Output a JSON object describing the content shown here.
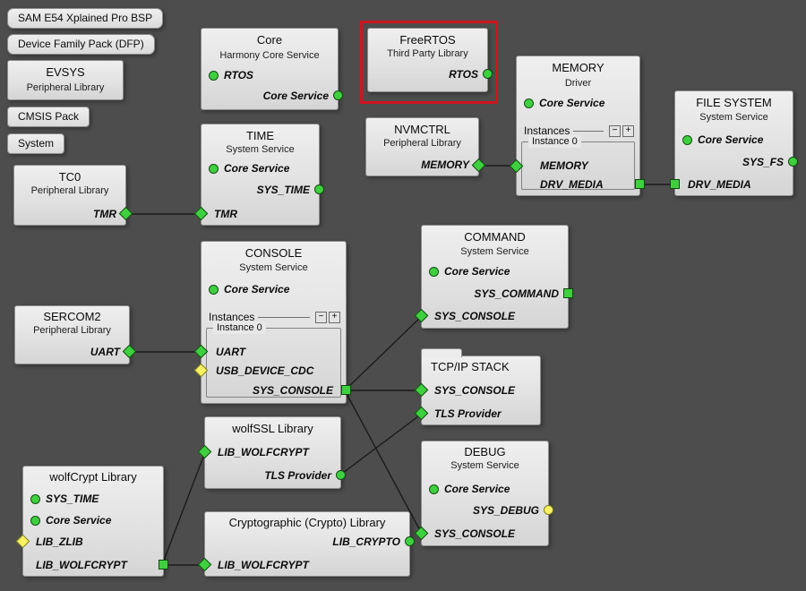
{
  "canvas": {
    "background": "#4d4d4d",
    "highlight_color": "#ce1420",
    "line_color": "#1b1b1b"
  },
  "chips": {
    "bsp": "SAM E54 Xplained Pro BSP",
    "dfp": "Device Family Pack (DFP)",
    "cmsis": "CMSIS Pack",
    "system": "System"
  },
  "blocks": {
    "evsys": {
      "title": "EVSYS",
      "subtitle": "Peripheral Library"
    },
    "tc0": {
      "title": "TC0",
      "subtitle": "Peripheral Library",
      "pins": {
        "tmr": {
          "label": "TMR",
          "shape": "diamond",
          "color": "green"
        }
      }
    },
    "core": {
      "title": "Core",
      "subtitle": "Harmony Core Service",
      "pins": {
        "rtos": {
          "label": "RTOS",
          "shape": "circle",
          "color": "green"
        },
        "core_service": {
          "label": "Core Service",
          "shape": "circle",
          "color": "green"
        }
      }
    },
    "freertos": {
      "title": "FreeRTOS",
      "subtitle": "Third Party Library",
      "pins": {
        "rtos": {
          "label": "RTOS",
          "shape": "circle",
          "color": "green"
        }
      }
    },
    "memory": {
      "title": "MEMORY",
      "subtitle": "Driver",
      "instances": {
        "label": "Instances",
        "minus": "−",
        "plus": "+",
        "group": "Instance 0"
      },
      "pins": {
        "core_service": {
          "label": "Core Service",
          "shape": "circle",
          "color": "green"
        },
        "memory": {
          "label": "MEMORY",
          "shape": "diamond",
          "color": "green"
        },
        "drv_media": {
          "label": "DRV_MEDIA",
          "shape": "square",
          "color": "green"
        }
      }
    },
    "file_system": {
      "title": "FILE SYSTEM",
      "subtitle": "System Service",
      "pins": {
        "core_service": {
          "label": "Core Service",
          "shape": "circle",
          "color": "green"
        },
        "sys_fs": {
          "label": "SYS_FS",
          "shape": "circle",
          "color": "green"
        },
        "drv_media": {
          "label": "DRV_MEDIA",
          "shape": "square",
          "color": "green"
        }
      }
    },
    "nvmctrl": {
      "title": "NVMCTRL",
      "subtitle": "Peripheral Library",
      "pins": {
        "memory": {
          "label": "MEMORY",
          "shape": "diamond",
          "color": "green"
        }
      }
    },
    "time": {
      "title": "TIME",
      "subtitle": "System Service",
      "pins": {
        "core_service": {
          "label": "Core Service",
          "shape": "circle",
          "color": "green"
        },
        "sys_time": {
          "label": "SYS_TIME",
          "shape": "circle",
          "color": "green"
        },
        "tmr": {
          "label": "TMR",
          "shape": "diamond",
          "color": "green"
        }
      }
    },
    "command": {
      "title": "COMMAND",
      "subtitle": "System Service",
      "pins": {
        "core_service": {
          "label": "Core Service",
          "shape": "circle",
          "color": "green"
        },
        "sys_command": {
          "label": "SYS_COMMAND",
          "shape": "square",
          "color": "green"
        },
        "sys_console": {
          "label": "SYS_CONSOLE",
          "shape": "diamond",
          "color": "green"
        }
      }
    },
    "console": {
      "title": "CONSOLE",
      "subtitle": "System Service",
      "instances": {
        "label": "Instances",
        "minus": "−",
        "plus": "+",
        "group": "Instance 0"
      },
      "pins": {
        "core_service": {
          "label": "Core Service",
          "shape": "circle",
          "color": "green"
        },
        "uart": {
          "label": "UART",
          "shape": "diamond",
          "color": "green"
        },
        "usb_device_cdc": {
          "label": "USB_DEVICE_CDC",
          "shape": "diamond",
          "color": "yellow"
        },
        "sys_console": {
          "label": "SYS_CONSOLE",
          "shape": "square",
          "color": "green"
        }
      }
    },
    "sercom2": {
      "title": "SERCOM2",
      "subtitle": "Peripheral Library",
      "pins": {
        "uart": {
          "label": "UART",
          "shape": "diamond",
          "color": "green"
        }
      }
    },
    "tcpip": {
      "title": "TCP/IP STACK",
      "pins": {
        "sys_console": {
          "label": "SYS_CONSOLE",
          "shape": "diamond",
          "color": "green"
        },
        "tls_provider": {
          "label": "TLS Provider",
          "shape": "diamond",
          "color": "green"
        }
      }
    },
    "wolfssl": {
      "title": "wolfSSL Library",
      "pins": {
        "lib_wolfcrypt": {
          "label": "LIB_WOLFCRYPT",
          "shape": "diamond",
          "color": "green"
        },
        "tls_provider": {
          "label": "TLS Provider",
          "shape": "circle",
          "color": "green"
        }
      }
    },
    "debug": {
      "title": "DEBUG",
      "subtitle": "System Service",
      "pins": {
        "core_service": {
          "label": "Core Service",
          "shape": "circle",
          "color": "green"
        },
        "sys_debug": {
          "label": "SYS_DEBUG",
          "shape": "circle",
          "color": "yellow"
        },
        "sys_console": {
          "label": "SYS_CONSOLE",
          "shape": "diamond",
          "color": "green"
        }
      }
    },
    "wolfcrypt": {
      "title": "wolfCrypt Library",
      "pins": {
        "sys_time": {
          "label": "SYS_TIME",
          "shape": "circle",
          "color": "green"
        },
        "core_service": {
          "label": "Core Service",
          "shape": "circle",
          "color": "green"
        },
        "lib_zlib": {
          "label": "LIB_ZLIB",
          "shape": "diamond",
          "color": "yellow"
        },
        "lib_wolfcrypt": {
          "label": "LIB_WOLFCRYPT",
          "shape": "square",
          "color": "green"
        }
      }
    },
    "crypto": {
      "title": "Cryptographic (Crypto) Library",
      "pins": {
        "lib_crypto": {
          "label": "LIB_CRYPTO",
          "shape": "circle",
          "color": "green"
        },
        "lib_wolfcrypt": {
          "label": "LIB_WOLFCRYPT",
          "shape": "diamond",
          "color": "green"
        }
      }
    }
  },
  "connections": [
    "TC0.TMR → TIME.TMR",
    "NVMCTRL.MEMORY → MEMORY.Instance 0.MEMORY",
    "MEMORY.DRV_MEDIA → FILE SYSTEM.DRV_MEDIA",
    "SERCOM2.UART → CONSOLE.Instance 0.UART",
    "CONSOLE.SYS_CONSOLE → COMMAND.SYS_CONSOLE",
    "CONSOLE.SYS_CONSOLE → TCP/IP STACK.SYS_CONSOLE",
    "CONSOLE.SYS_CONSOLE → DEBUG.SYS_CONSOLE",
    "wolfSSL Library.TLS Provider → TCP/IP STACK.TLS Provider",
    "wolfCrypt Library.LIB_WOLFCRYPT → wolfSSL Library.LIB_WOLFCRYPT",
    "wolfCrypt Library.LIB_WOLFCRYPT → Cryptographic (Crypto) Library.LIB_WOLFCRYPT"
  ]
}
